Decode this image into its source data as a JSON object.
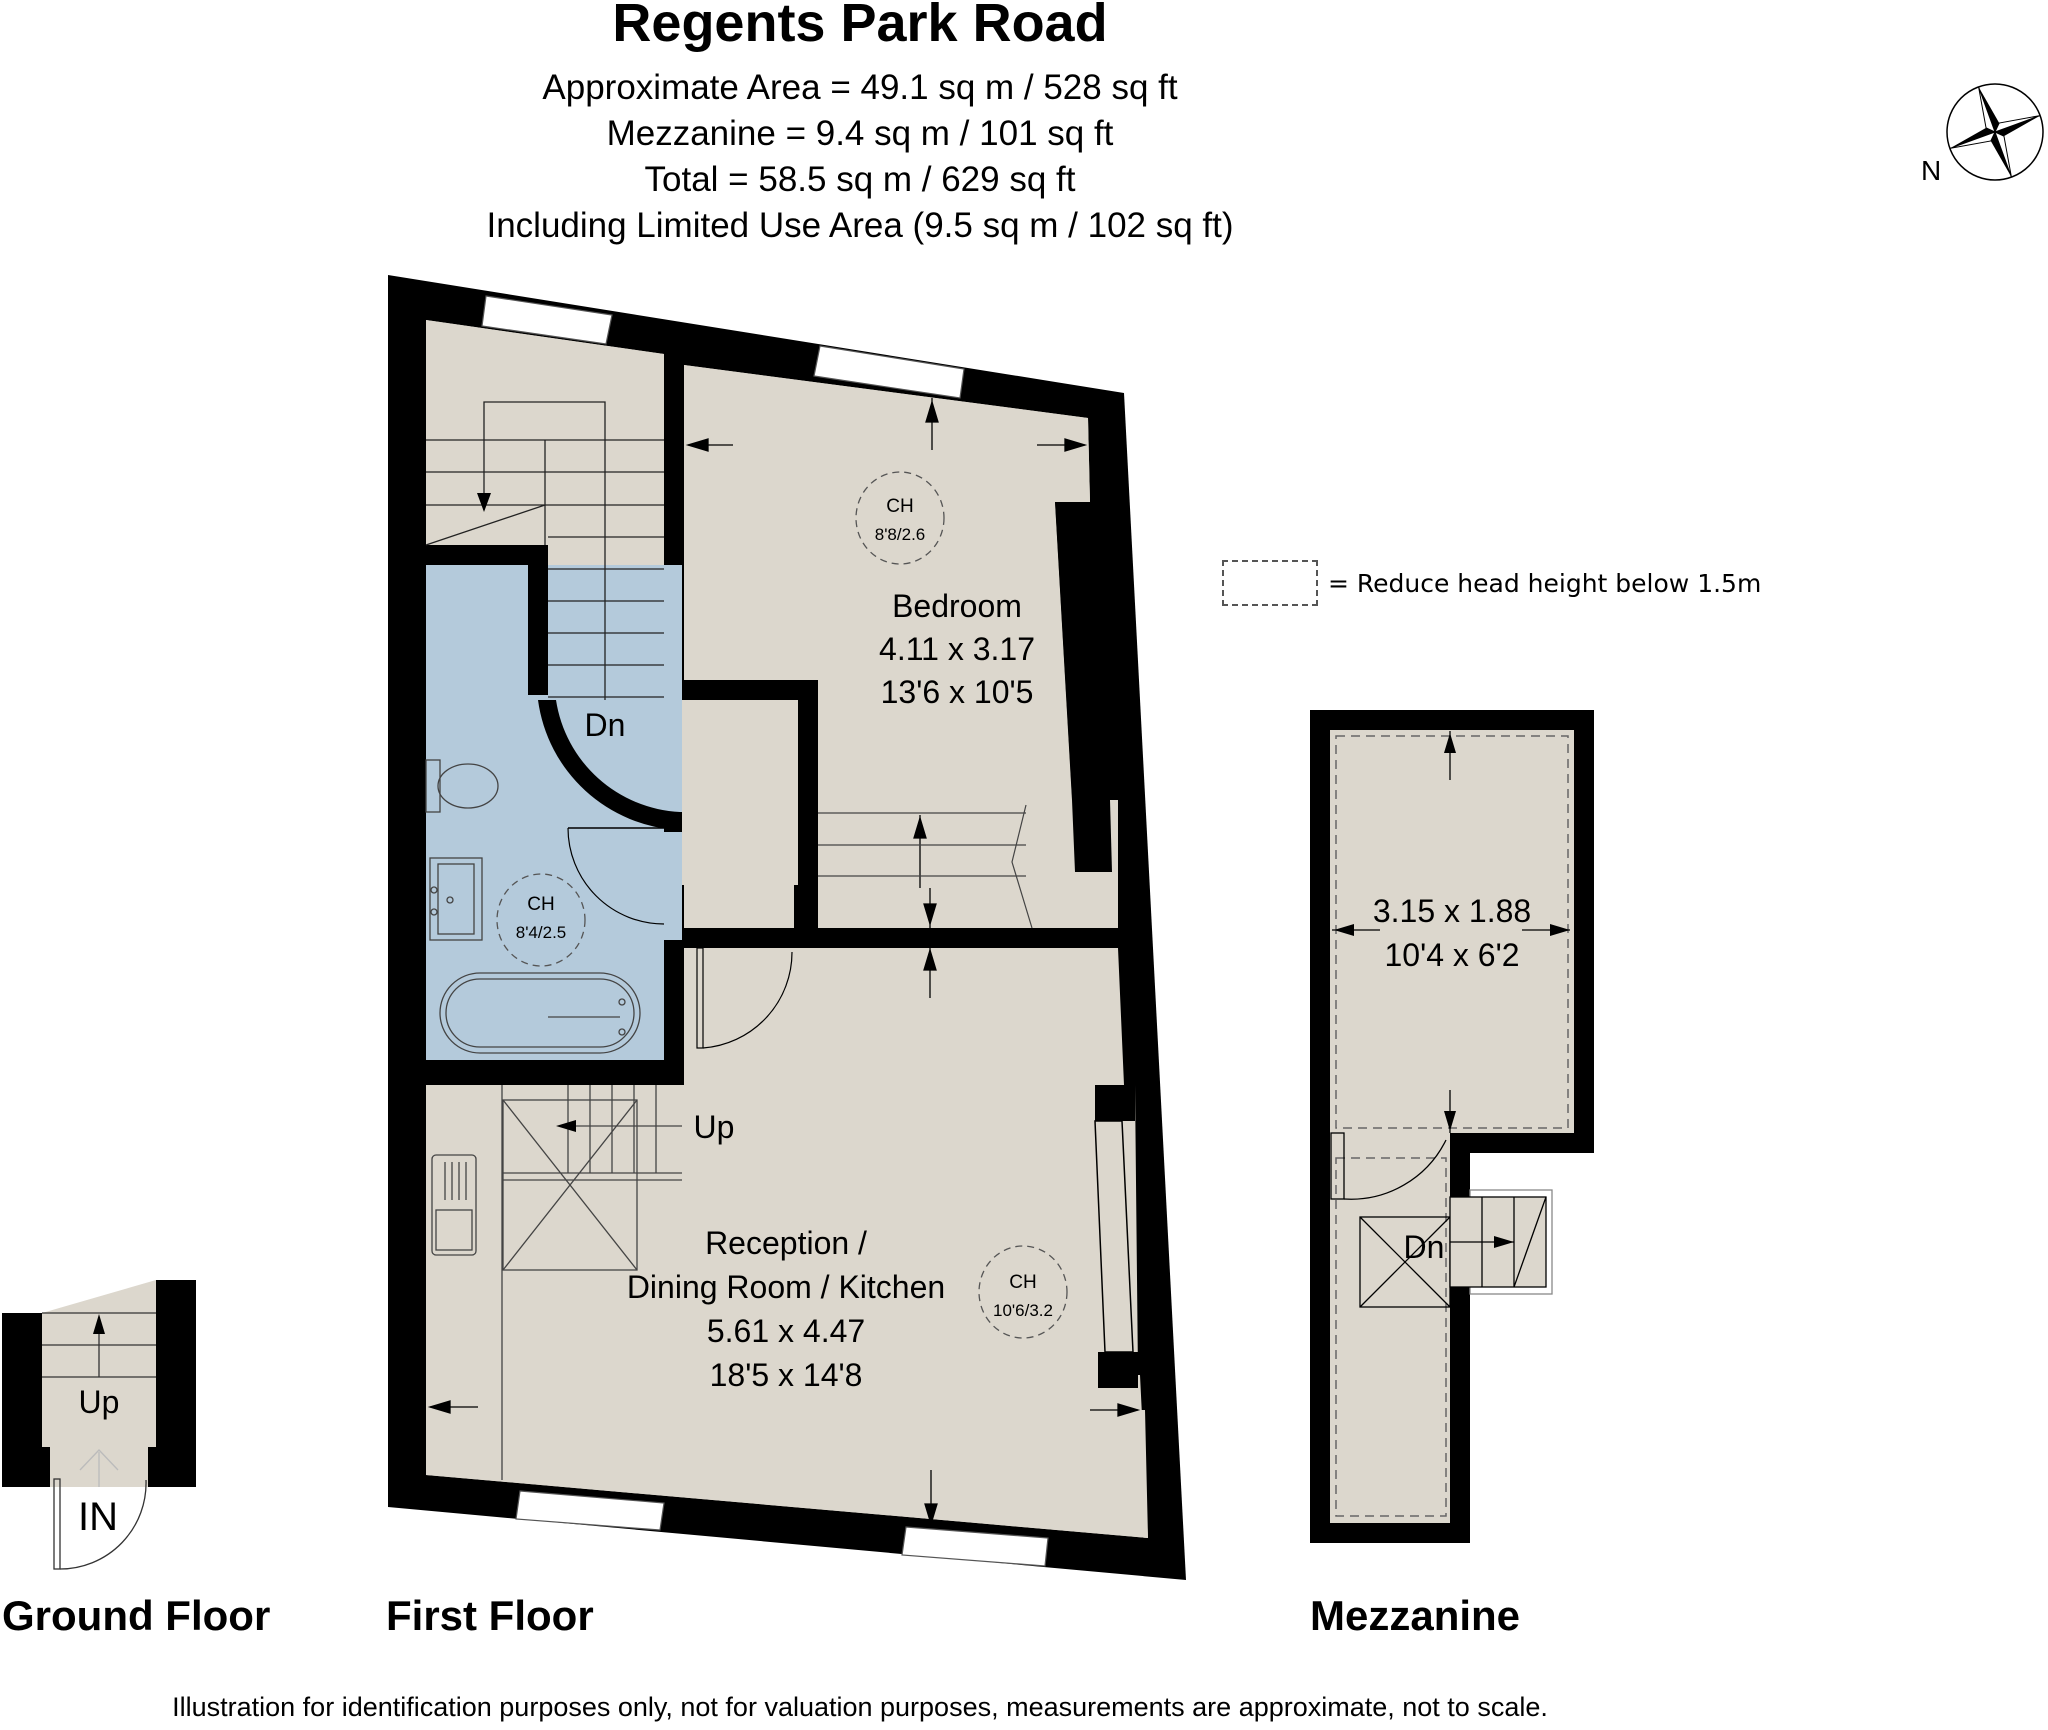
{
  "header": {
    "title": "Regents Park Road",
    "lines": [
      "Approximate Area = 49.1 sq m / 528 sq ft",
      "Mezzanine = 9.4 sq m / 101 sq ft",
      "Total = 58.5 sq m / 629 sq ft",
      "Including Limited Use Area (9.5 sq m / 102 sq ft)"
    ]
  },
  "compass": {
    "label": "N",
    "icon": "compass-rose-icon"
  },
  "legend": {
    "text": "= Reduce head height below 1.5m"
  },
  "floors": {
    "ground": {
      "label": "Ground Floor",
      "stair_label": "Up",
      "entrance_label": "IN"
    },
    "first": {
      "label": "First Floor",
      "rooms": {
        "bedroom": {
          "name": "Bedroom",
          "metric": "4.11 x 3.17",
          "imperial": "13'6 x 10'5",
          "ch_label": "CH",
          "ch_value": "8'8/2.6"
        },
        "bathroom": {
          "ch_label": "CH",
          "ch_value": "8'4/2.5"
        },
        "reception": {
          "name_line1": "Reception /",
          "name_line2": "Dining Room / Kitchen",
          "metric": "5.61 x 4.47",
          "imperial": "18'5 x 14'8",
          "ch_label": "CH",
          "ch_value": "10'6/3.2"
        }
      },
      "stair_down_label": "Dn",
      "stair_up_label": "Up"
    },
    "mezzanine": {
      "label": "Mezzanine",
      "room": {
        "metric": "3.15 x 1.88",
        "imperial": "10'4 x 6'2"
      },
      "stair_down_label": "Dn"
    }
  },
  "disclaimer": "Illustration for identification purposes only, not for valuation purposes, measurements are approximate, not to scale.",
  "colors": {
    "floor": "#dcd7cd",
    "bathroom": "#b4cadb",
    "wall": "#000000",
    "dashed": "#666666"
  }
}
